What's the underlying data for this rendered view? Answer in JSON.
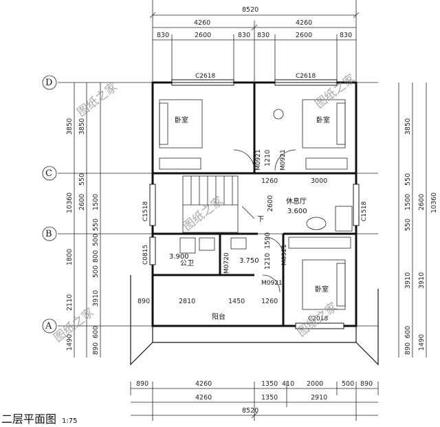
{
  "title": "二层平面图",
  "scale": "1:75",
  "watermark": "图纸之家",
  "axes": {
    "D": "D",
    "C": "C",
    "B": "B",
    "A": "A"
  },
  "dims": {
    "top_total": "8520",
    "top_half_l": "4260",
    "top_half_r": "4260",
    "top_sub": [
      "830",
      "2600",
      "830",
      "830",
      "2600",
      "830"
    ],
    "bottom_a": [
      "890",
      "4260",
      "1350",
      "410",
      "2000",
      "500",
      "890"
    ],
    "bottom_b": [
      "4260",
      "1350",
      "2910"
    ],
    "bottom_total": "8520",
    "left_outer": [
      "3850",
      "10360",
      "1800",
      "2110",
      "1490"
    ],
    "left_inner": [
      "3850",
      "550",
      "2600",
      "1500",
      "550",
      "500",
      "800",
      "500",
      "3910",
      "600",
      "890"
    ],
    "right_inner": [
      "3850",
      "550",
      "1500",
      "550",
      "3910",
      "600",
      "890"
    ],
    "right_outer": [
      "3910",
      "2600",
      "10360",
      "1490"
    ],
    "interior": [
      "1260",
      "3000",
      "2600",
      "1590",
      "1210",
      "1210",
      "890",
      "2810",
      "1450",
      "1260"
    ]
  },
  "windows": {
    "c2618_l": "C2618",
    "c2618_r": "C2618",
    "c1518_l": "C1518",
    "c1518_r": "C1518",
    "c0815": "C0815",
    "c2018": "C2018"
  },
  "doors": {
    "m0921_a": "M0921",
    "m0921_b": "M0921",
    "m0921_c": "M0921",
    "m0921_d": "M0921",
    "m0720": "M0720"
  },
  "rooms": {
    "bed1": "卧室",
    "bed2": "卧室",
    "bed3": "卧室",
    "lounge": "休息厅",
    "lounge_lvl": "3.600",
    "wc": "公卫",
    "wc_lvl": "3.900",
    "lvl_3750": "3.750",
    "balcony": "阳台",
    "down": "下"
  }
}
